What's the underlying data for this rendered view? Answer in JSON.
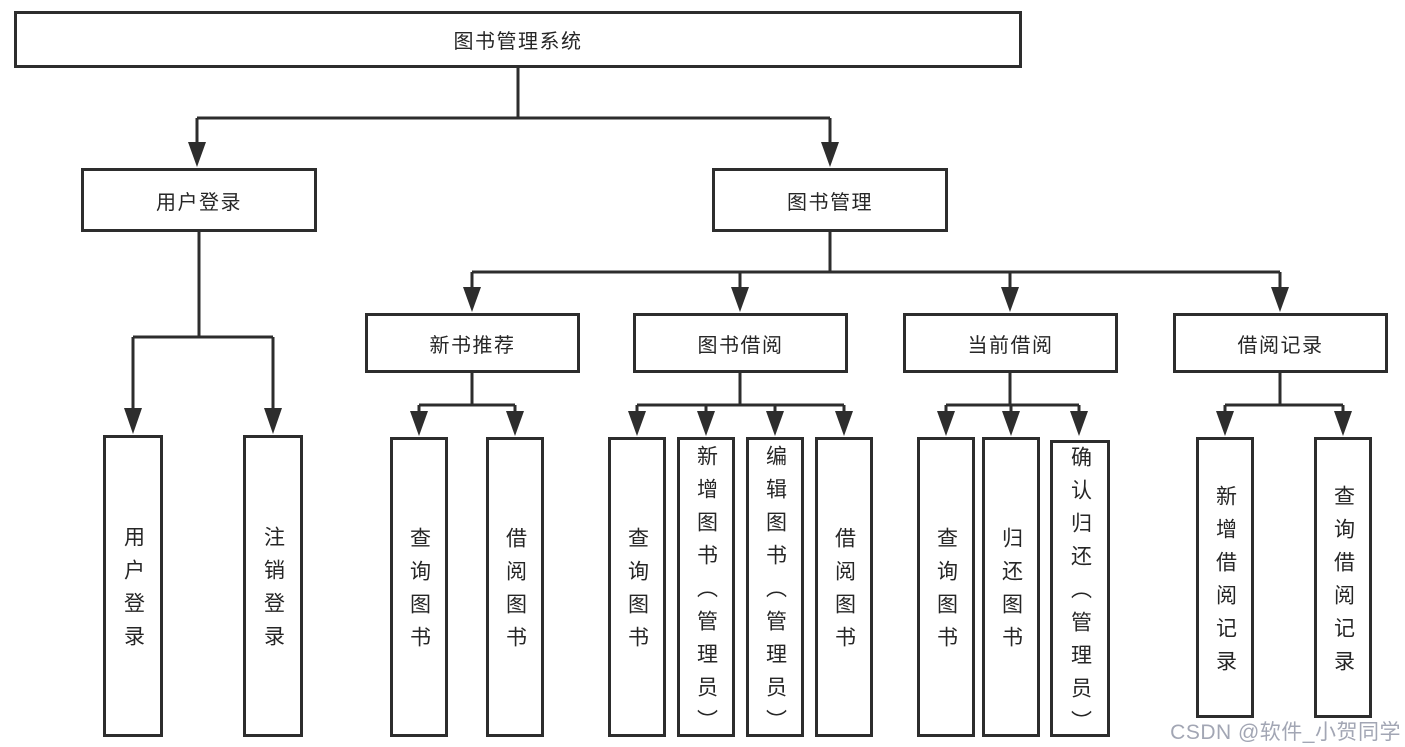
{
  "diagram": {
    "type": "hierarchy-chart",
    "colors": {
      "line": "#2d2d2d",
      "box_border": "#2d2d2d",
      "box_fill": "#ffffff",
      "text": "#262626",
      "background": "#ffffff",
      "watermark": "#a2a6b4"
    },
    "nodes": {
      "root": {
        "label": "图书管理系统"
      },
      "userLogin": {
        "label": "用户登录"
      },
      "bookMgmt": {
        "label": "图书管理"
      },
      "userLoginAction": {
        "label": "用户登录"
      },
      "logoutAction": {
        "label": "注销登录"
      },
      "newBookRec": {
        "label": "新书推荐"
      },
      "bookBorrow": {
        "label": "图书借阅"
      },
      "currentBorrow": {
        "label": "当前借阅"
      },
      "borrowRecords": {
        "label": "借阅记录"
      },
      "recQueryBooks": {
        "label": "查询图书"
      },
      "recBorrowBooks": {
        "label": "借阅图书"
      },
      "brQueryBooks": {
        "label": "查询图书"
      },
      "brAddBooks": {
        "label": "新增图书（管理员）"
      },
      "brEditBooks": {
        "label": "编辑图书（管理员）"
      },
      "brBorrowBooks": {
        "label": "借阅图书"
      },
      "curQueryBooks": {
        "label": "查询图书"
      },
      "curReturnBooks": {
        "label": "归还图书"
      },
      "curConfirmReturn": {
        "label": "确认归还（管理员）"
      },
      "addBorrowRecord": {
        "label": "新增借阅记录"
      },
      "queryBorrowRecord": {
        "label": "查询借阅记录"
      }
    },
    "structure": {
      "图书管理系统": {
        "用户登录": [
          "用户登录",
          "注销登录"
        ],
        "图书管理": {
          "新书推荐": [
            "查询图书",
            "借阅图书"
          ],
          "图书借阅": [
            "查询图书",
            "新增图书（管理员）",
            "编辑图书（管理员）",
            "借阅图书"
          ],
          "当前借阅": [
            "查询图书",
            "归还图书",
            "确认归还（管理员）"
          ],
          "借阅记录": [
            "新增借阅记录",
            "查询借阅记录"
          ]
        }
      }
    },
    "watermark": {
      "text": "CSDN @软件_小贺同学"
    }
  }
}
